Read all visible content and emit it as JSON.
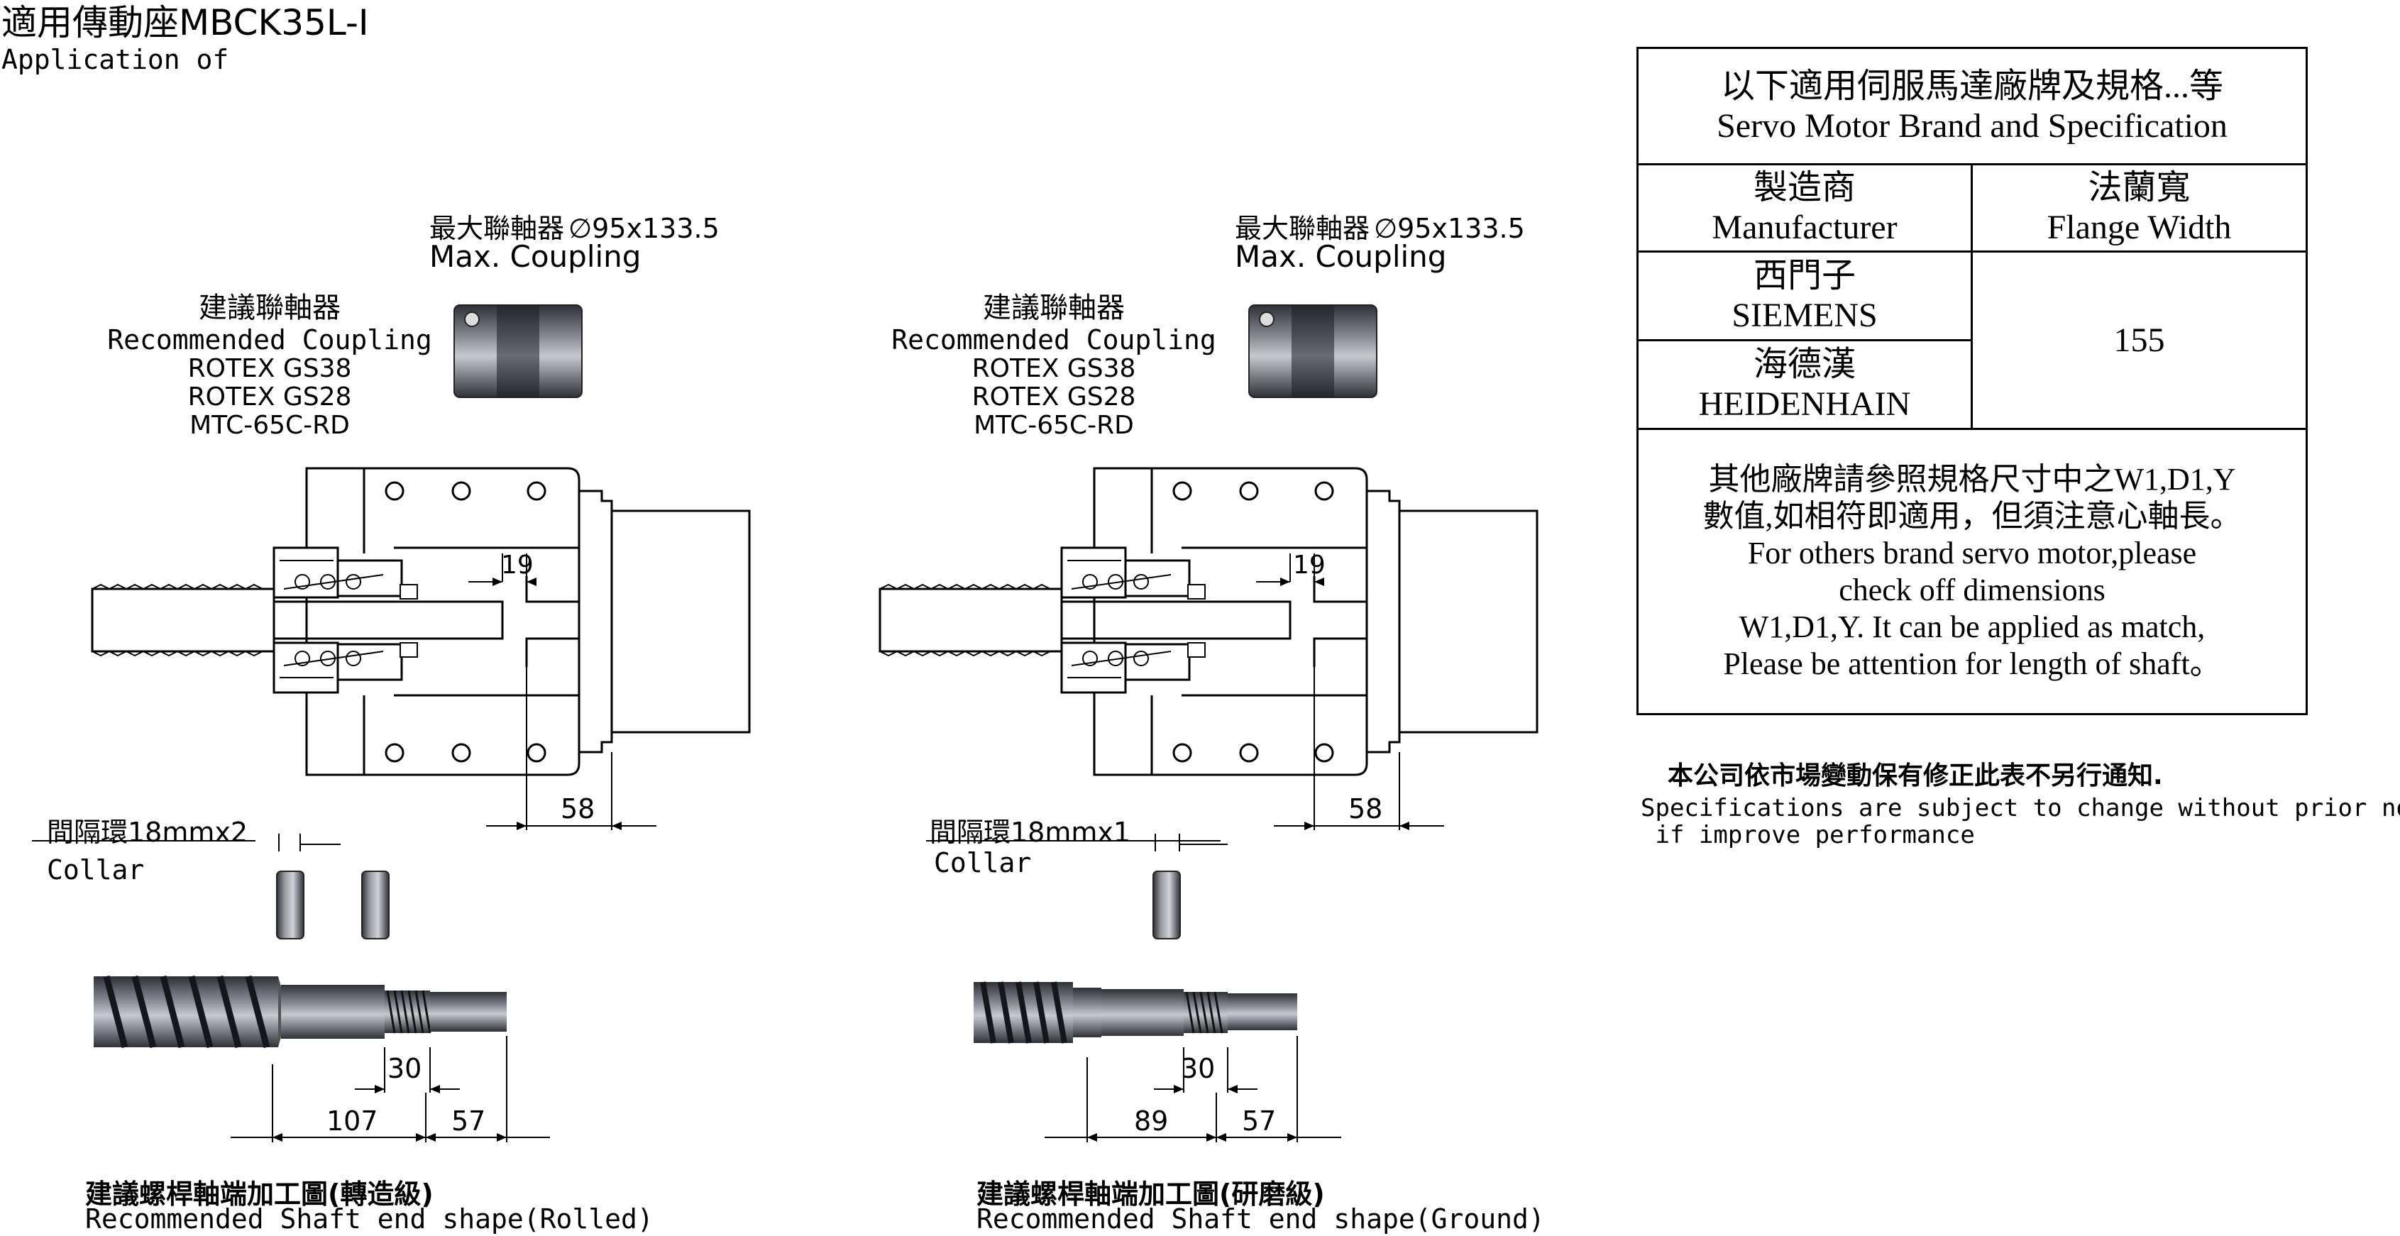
{
  "page": {
    "title": "適用傳動座MBCK35L-I",
    "subtitle": "Application of"
  },
  "left_drawing": {
    "max_coupling_zh": "最大聯軸器",
    "max_coupling_dim": "∅95x133.5",
    "max_coupling_en": "Max. Coupling",
    "recommended_zh": "建議聯軸器",
    "recommended_en": "Recommended Coupling",
    "coupling_models": [
      "ROTEX GS38",
      "ROTEX GS28",
      "MTC-65C-RD"
    ],
    "dim_19": "19",
    "dim_58": "58",
    "collar_zh": "間隔環18mmx2",
    "collar_en": "Collar",
    "dim_30": "30",
    "dim_107": "107",
    "dim_57": "57",
    "shaft_zh": "建議螺桿軸端加工圖(轉造級)",
    "shaft_en": "Recommended Shaft end shape(Rolled)"
  },
  "right_drawing": {
    "max_coupling_zh": "最大聯軸器",
    "max_coupling_dim": "∅95x133.5",
    "max_coupling_en": "Max. Coupling",
    "recommended_zh": "建議聯軸器",
    "recommended_en": "Recommended Coupling",
    "coupling_models": [
      "ROTEX GS38",
      "ROTEX GS28",
      "MTC-65C-RD"
    ],
    "dim_19": "19",
    "dim_58": "58",
    "collar_zh": "間隔環18mmx1",
    "collar_en": "Collar",
    "dim_30": "30",
    "dim_89": "89",
    "dim_57": "57",
    "shaft_zh": "建議螺桿軸端加工圖(研磨級)",
    "shaft_en": "Recommended Shaft end shape(Ground)"
  },
  "spec_table": {
    "header_zh": "以下適用伺服馬達廠牌及規格...等",
    "header_en": "Servo Motor Brand and Specification",
    "col_manufacturer_zh": "製造商",
    "col_manufacturer_en": "Manufacturer",
    "col_flange_zh": "法蘭寬",
    "col_flange_en": "Flange Width",
    "brands": [
      {
        "zh": "西門子",
        "en": "SIEMENS"
      },
      {
        "zh": "海德漢",
        "en": "HEIDENHAIN"
      }
    ],
    "flange_value": "155",
    "note_lines": [
      "其他廠牌請參照規格尺寸中之W1,D1,Y",
      "數值,如相符即適用，但須注意心軸長。",
      "For others brand servo motor,please",
      "check off dimensions",
      "W1,D1,Y. It can be applied as match,",
      "Please be attention for length of shaft。"
    ]
  },
  "notice": {
    "zh": "本公司依市場變動保有修正此表不另行通知.",
    "en_line1": "Specifications are subject to change without prior notice",
    "en_line2": " if improve performance"
  },
  "colors": {
    "line": "#000000",
    "metal_dark": "#3a3c44",
    "metal_mid": "#6e7079",
    "metal_light": "#b9bbc2"
  }
}
